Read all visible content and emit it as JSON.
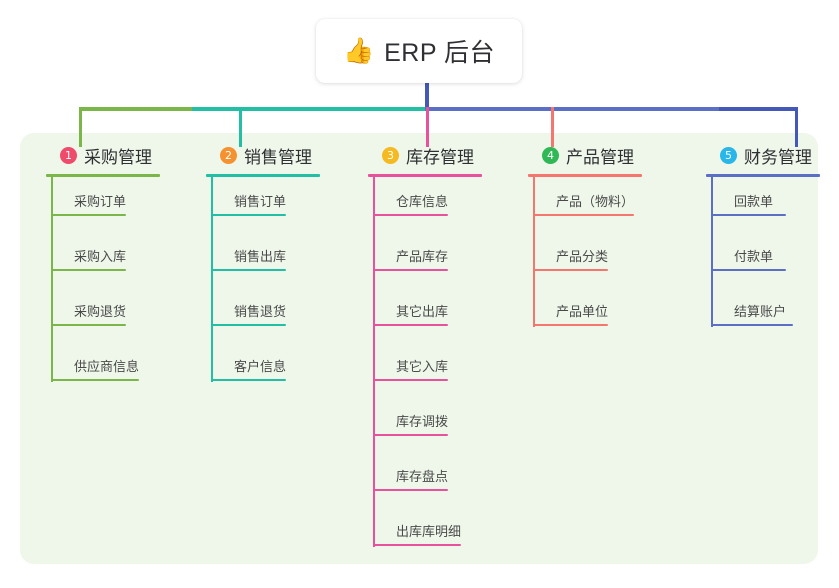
{
  "root": {
    "icon": "thumbs-up-icon",
    "icon_glyph": "👍",
    "title": "ERP 后台"
  },
  "panel": {
    "background": "#eff7ea"
  },
  "colors": {
    "green": "#7ab648",
    "teal": "#22bfa5",
    "pink": "#e8519b",
    "salmon": "#f4766e",
    "blue": "#5b6fc6",
    "badge1": "#ef4b6a",
    "badge2": "#f5922f",
    "badge3": "#f5b921",
    "badge4": "#2fb855",
    "badge5": "#29b6e8"
  },
  "columns": [
    {
      "number": "1",
      "title": "采购管理",
      "badge_color": "#ef4b6a",
      "line_color": "#7ab648",
      "rule_width": 114,
      "items": [
        {
          "label": "采购订单",
          "rule_width": 75
        },
        {
          "label": "采购入库",
          "rule_width": 75
        },
        {
          "label": "采购退货",
          "rule_width": 75
        },
        {
          "label": "供应商信息",
          "rule_width": 88
        }
      ]
    },
    {
      "number": "2",
      "title": "销售管理",
      "badge_color": "#f5922f",
      "line_color": "#22bfa5",
      "rule_width": 114,
      "items": [
        {
          "label": "销售订单",
          "rule_width": 75
        },
        {
          "label": "销售出库",
          "rule_width": 75
        },
        {
          "label": "销售退货",
          "rule_width": 75
        },
        {
          "label": "客户信息",
          "rule_width": 75
        }
      ]
    },
    {
      "number": "3",
      "title": "库存管理",
      "badge_color": "#f5b921",
      "line_color": "#e8519b",
      "rule_width": 114,
      "items": [
        {
          "label": "仓库信息",
          "rule_width": 75
        },
        {
          "label": "产品库存",
          "rule_width": 75
        },
        {
          "label": "其它出库",
          "rule_width": 75
        },
        {
          "label": "其它入库",
          "rule_width": 75
        },
        {
          "label": "库存调拨",
          "rule_width": 75
        },
        {
          "label": "库存盘点",
          "rule_width": 75
        },
        {
          "label": "出库库明细",
          "rule_width": 88
        }
      ]
    },
    {
      "number": "4",
      "title": "产品管理",
      "badge_color": "#2fb855",
      "line_color": "#f4766e",
      "rule_width": 114,
      "items": [
        {
          "label": "产品（物料）",
          "rule_width": 101
        },
        {
          "label": "产品分类",
          "rule_width": 75
        },
        {
          "label": "产品单位",
          "rule_width": 75
        }
      ]
    },
    {
      "number": "5",
      "title": "财务管理",
      "badge_color": "#29b6e8",
      "line_color": "#5b6fc6",
      "rule_width": 114,
      "items": [
        {
          "label": "回款单",
          "rule_width": 75
        },
        {
          "label": "付款单",
          "rule_width": 75
        },
        {
          "label": "结算账户",
          "rule_width": 82
        }
      ]
    }
  ]
}
